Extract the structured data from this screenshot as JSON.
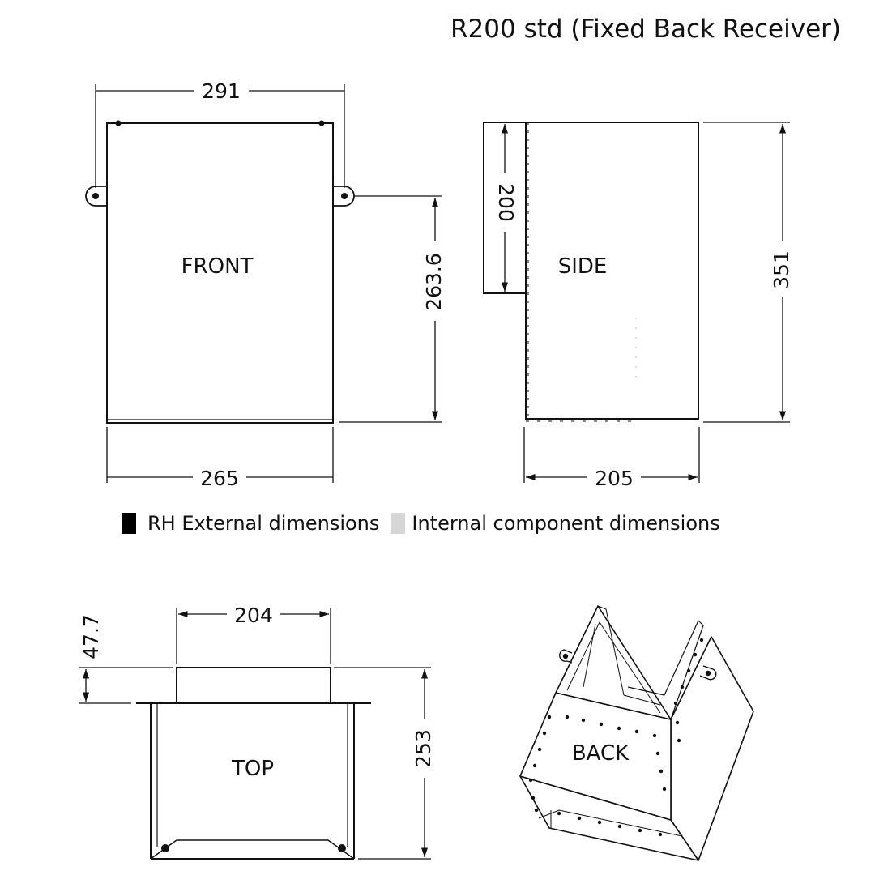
{
  "title": "R200 std (Fixed Back Receiver)",
  "legend": [
    {
      "label": "RH External dimensions",
      "color": "#000000"
    },
    {
      "label": "Internal component dimensions",
      "color": "#d6d6d6"
    }
  ],
  "views": {
    "front": {
      "label": "FRONT",
      "dims": {
        "width_top": "291",
        "width_bottom": "265",
        "height": "263.6"
      }
    },
    "side": {
      "label": "SIDE",
      "dims": {
        "inner": "200",
        "height": "351",
        "depth": "205"
      }
    },
    "top": {
      "label": "TOP",
      "dims": {
        "width": "204",
        "depth": "253",
        "flange": "47.7"
      }
    },
    "back": {
      "label": "BACK"
    }
  }
}
